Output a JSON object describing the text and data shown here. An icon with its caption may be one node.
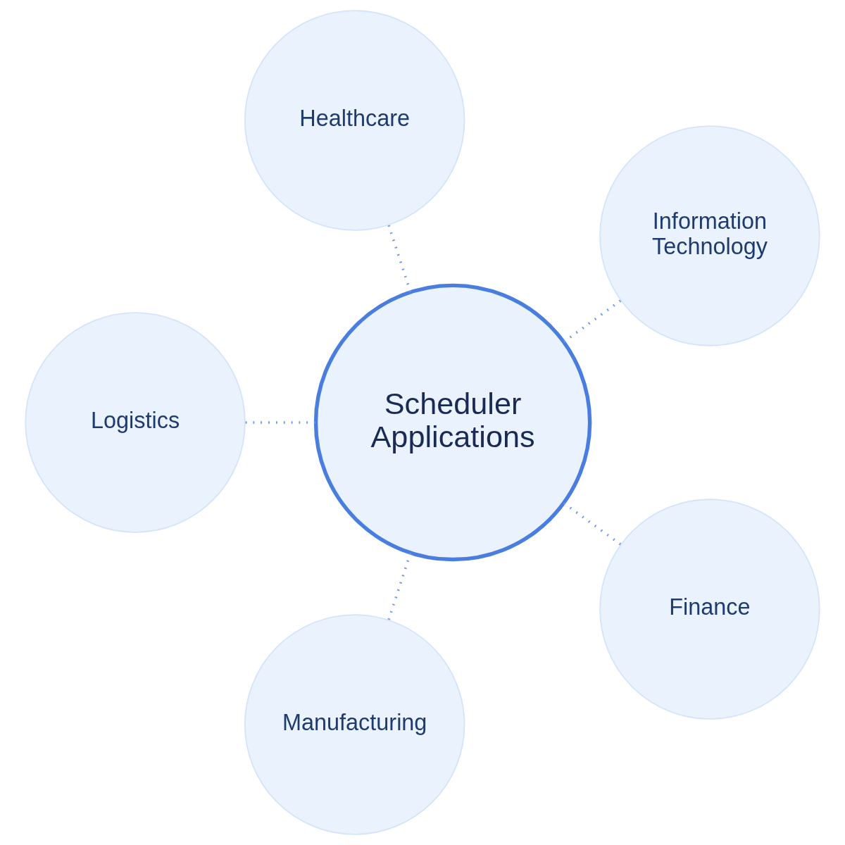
{
  "diagram": {
    "nodes": [
      {
        "text": [
          "Scheduler Applications"
        ]
      },
      {
        "text": [
          "Information Technology"
        ]
      },
      {
        "text": [
          "Healthcare"
        ]
      },
      {
        "text": [
          "Logistics"
        ]
      },
      {
        "text": [
          "Manufacturing"
        ]
      },
      {
        "text": [
          "Finance"
        ]
      }
    ],
    "edges": [
      {
        "from": 0,
        "to": 1,
        "arrow": "none"
      },
      {
        "from": 0,
        "to": 2,
        "arrow": "none"
      },
      {
        "from": 0,
        "to": 3,
        "arrow": "none"
      },
      {
        "from": 0,
        "to": 4,
        "arrow": "none"
      },
      {
        "from": 0,
        "to": 5,
        "arrow": "none"
      }
    ]
  }
}
